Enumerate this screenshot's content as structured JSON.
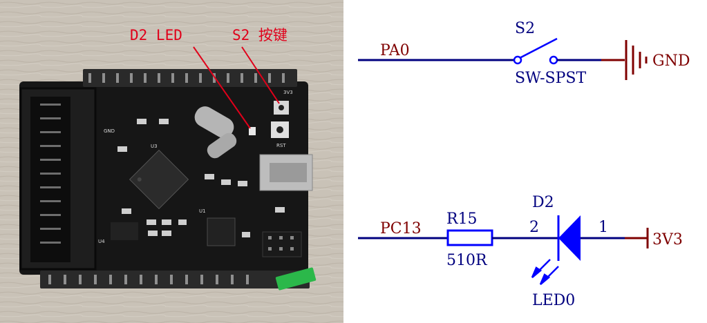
{
  "photo": {
    "label_led": "D2 LED",
    "label_key": "S2 按键",
    "silk_rst": "RST",
    "silk_u3": "U3",
    "silk_3v3": "3V3",
    "silk_gnd": "GND",
    "silk_u1": "U1",
    "silk_u4": "U4"
  },
  "schematic": {
    "switch": {
      "net": "PA0",
      "ref": "S2",
      "type": "SW-SPST",
      "ground": "GND"
    },
    "led": {
      "net": "PC13",
      "res_ref": "R15",
      "res_value": "510R",
      "diode_ref": "D2",
      "pin_anode": "2",
      "pin_cathode": "1",
      "diode_value": "LED0",
      "supply": "3V3"
    }
  },
  "colors": {
    "wire": "#00007f",
    "component": "#0000ff",
    "power": "#7f0000",
    "annotation": "#e0001a"
  }
}
